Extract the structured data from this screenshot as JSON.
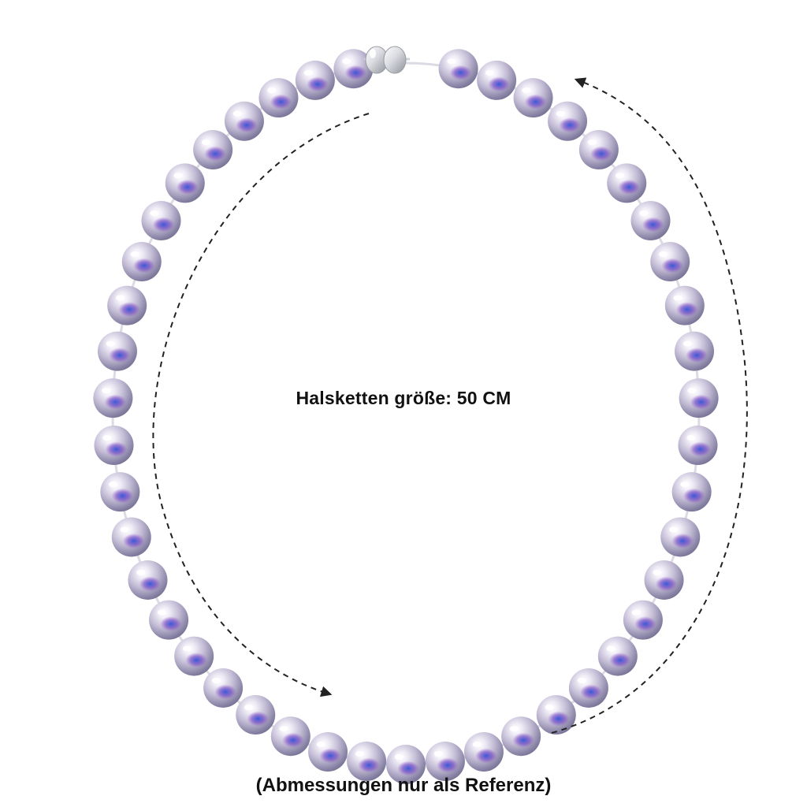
{
  "product": {
    "size_label": "Halsketten größe: 50 CM",
    "reference_note": "(Abmessungen nur als Referenz)"
  },
  "necklace": {
    "bead_count": 45,
    "pearl_colors": {
      "highlight": "#ffffff",
      "light": "#ece8f3",
      "mid": "#bdb6d0",
      "shade": "#7d7a9c",
      "iridescent_blue": "#2f55d8",
      "iridescent_violet": "#8a3fc4"
    },
    "clasp_color": "#d9dbe0",
    "arrow_color": "#222222"
  }
}
